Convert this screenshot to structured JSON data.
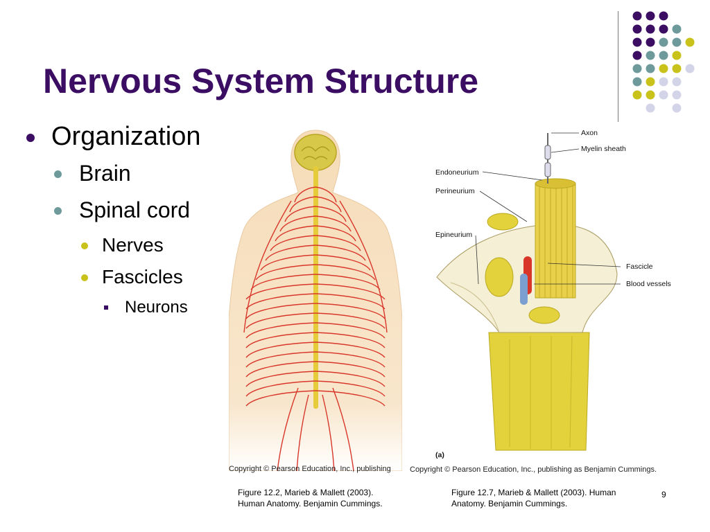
{
  "slide": {
    "title": "Nervous System Structure",
    "page_number": "9"
  },
  "bullets": {
    "l1": "Organization",
    "l2a": "Brain",
    "l2b": "Spinal cord",
    "l3a": "Nerves",
    "l3b": "Fascicles",
    "l4": "Neurons"
  },
  "figure_left": {
    "copyright": "Copyright © Pearson Education, Inc., publishing",
    "caption_line1": "Figure 12.2, Marieb & Mallett (2003).",
    "caption_line2": "Human Anatomy.  Benjamin Cummings."
  },
  "figure_right": {
    "labels": {
      "axon": "Axon",
      "myelin": "Myelin sheath",
      "endoneurium": "Endoneurium",
      "perineurium": "Perineurium",
      "epineurium": "Epineurium",
      "fascicle": "Fascicle",
      "blood_vessels": "Blood vessels",
      "panel": "(a)"
    },
    "copyright": "Copyright © Pearson Education, Inc., publishing as Benjamin Cummings.",
    "caption_line1": "Figure 12.7, Marieb & Mallett (2003).  Human",
    "caption_line2": "Anatomy.  Benjamin Cummings."
  },
  "colors": {
    "title": "#3b0d63",
    "purple": "#3b0d63",
    "teal": "#6e9a9c",
    "yellow": "#c8c21a",
    "lavender": "#d4d4e8",
    "nerve_red": "#d9362a",
    "skin": "#f6dcb8"
  }
}
